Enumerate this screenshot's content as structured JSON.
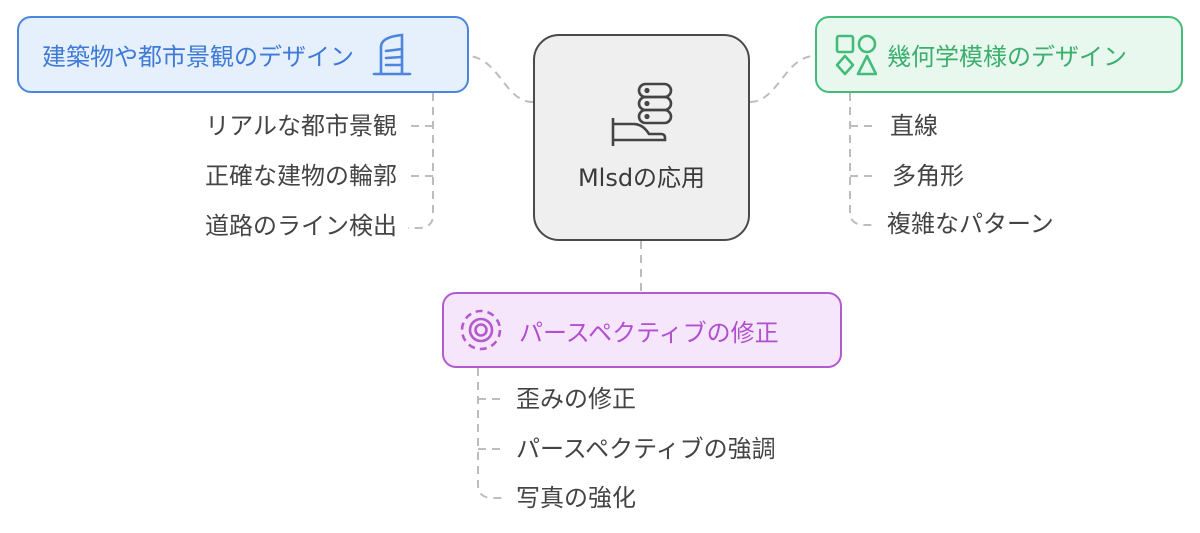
{
  "center": {
    "label": "Mlsdの応用",
    "icon": "server-hand-icon"
  },
  "branches": {
    "architecture": {
      "title": "建築物や都市景観のデザイン",
      "icon": "building-icon",
      "color": "#4b85dc",
      "items": [
        "リアルな都市景観",
        "正確な建物の輪郭",
        "道路のライン検出"
      ]
    },
    "geometry": {
      "title": "幾何学模様のデザイン",
      "icon": "shapes-icon",
      "color": "#45bb7a",
      "items": [
        "直線",
        "多角形",
        "複雑なパターン"
      ]
    },
    "perspective": {
      "title": "パースペクティブの修正",
      "icon": "focus-target-icon",
      "color": "#b35ad0",
      "items": [
        "歪みの修正",
        "パースペクティブの強調",
        "写真の強化"
      ]
    }
  }
}
